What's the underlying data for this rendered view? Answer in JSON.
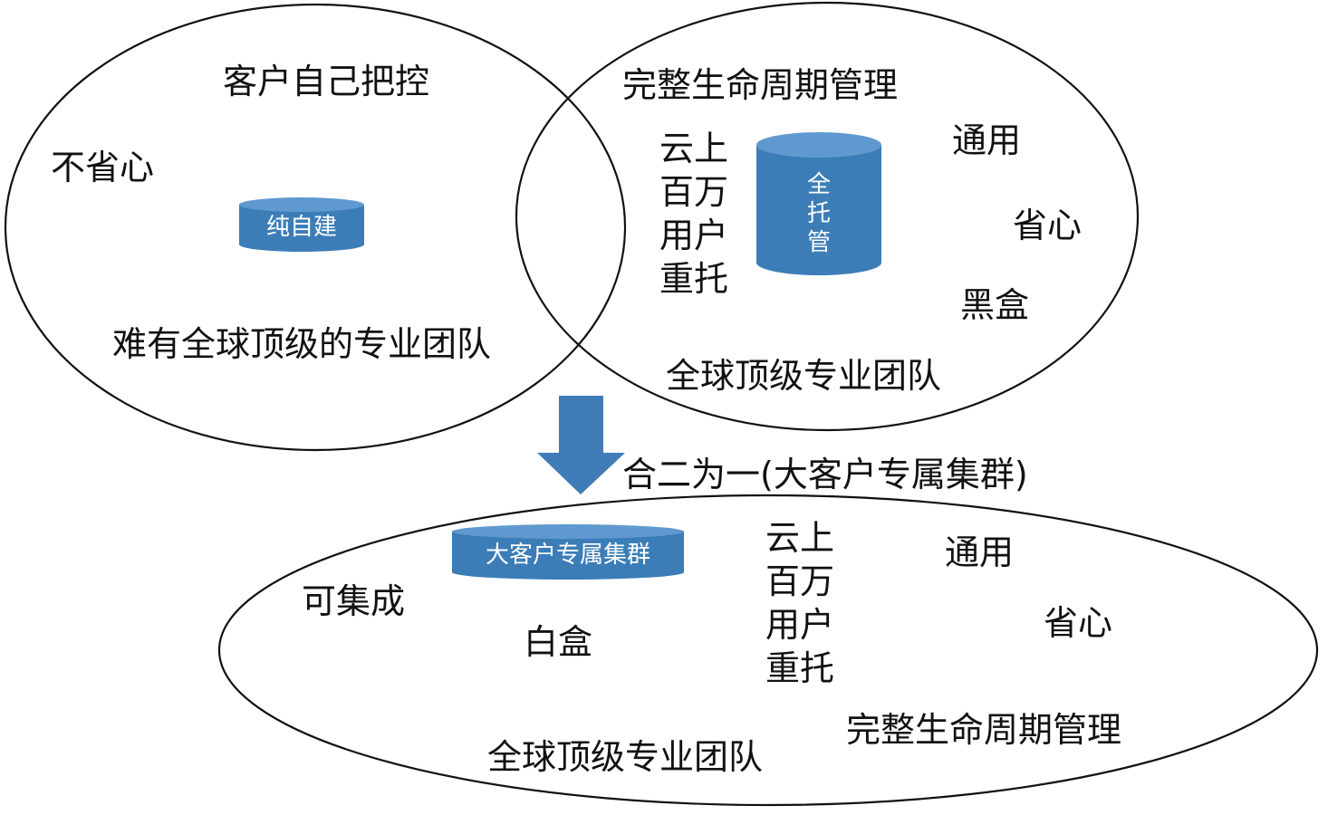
{
  "colors": {
    "cylinder_fill": "#3c7db7",
    "cylinder_top": "#5f99cf",
    "arrow": "#3f7cb8",
    "stroke": "#111111"
  },
  "left_circle": {
    "title": "客户自己把控",
    "worry": "不省心",
    "cylinder_label": "纯自建",
    "team": "难有全球顶级的专业团队"
  },
  "right_circle": {
    "title": "完整生命周期管理",
    "hosting_lines": [
      "云上",
      "百万",
      "用户",
      "重托"
    ],
    "cylinder_label_lines": [
      "全",
      "托",
      "管"
    ],
    "general": "通用",
    "easy": "省心",
    "blackbox": "黑盒",
    "team": "全球顶级专业团队"
  },
  "merge": {
    "label": "合二为一(大客户专属集群)"
  },
  "bottom_ellipse": {
    "cylinder_label": "大客户专属集群",
    "integrable": "可集成",
    "whitebox": "白盒",
    "hosting_lines": [
      "云上",
      "百万",
      "用户",
      "重托"
    ],
    "general": "通用",
    "easy": "省心",
    "lifecycle": "完整生命周期管理",
    "team": "全球顶级专业团队"
  }
}
